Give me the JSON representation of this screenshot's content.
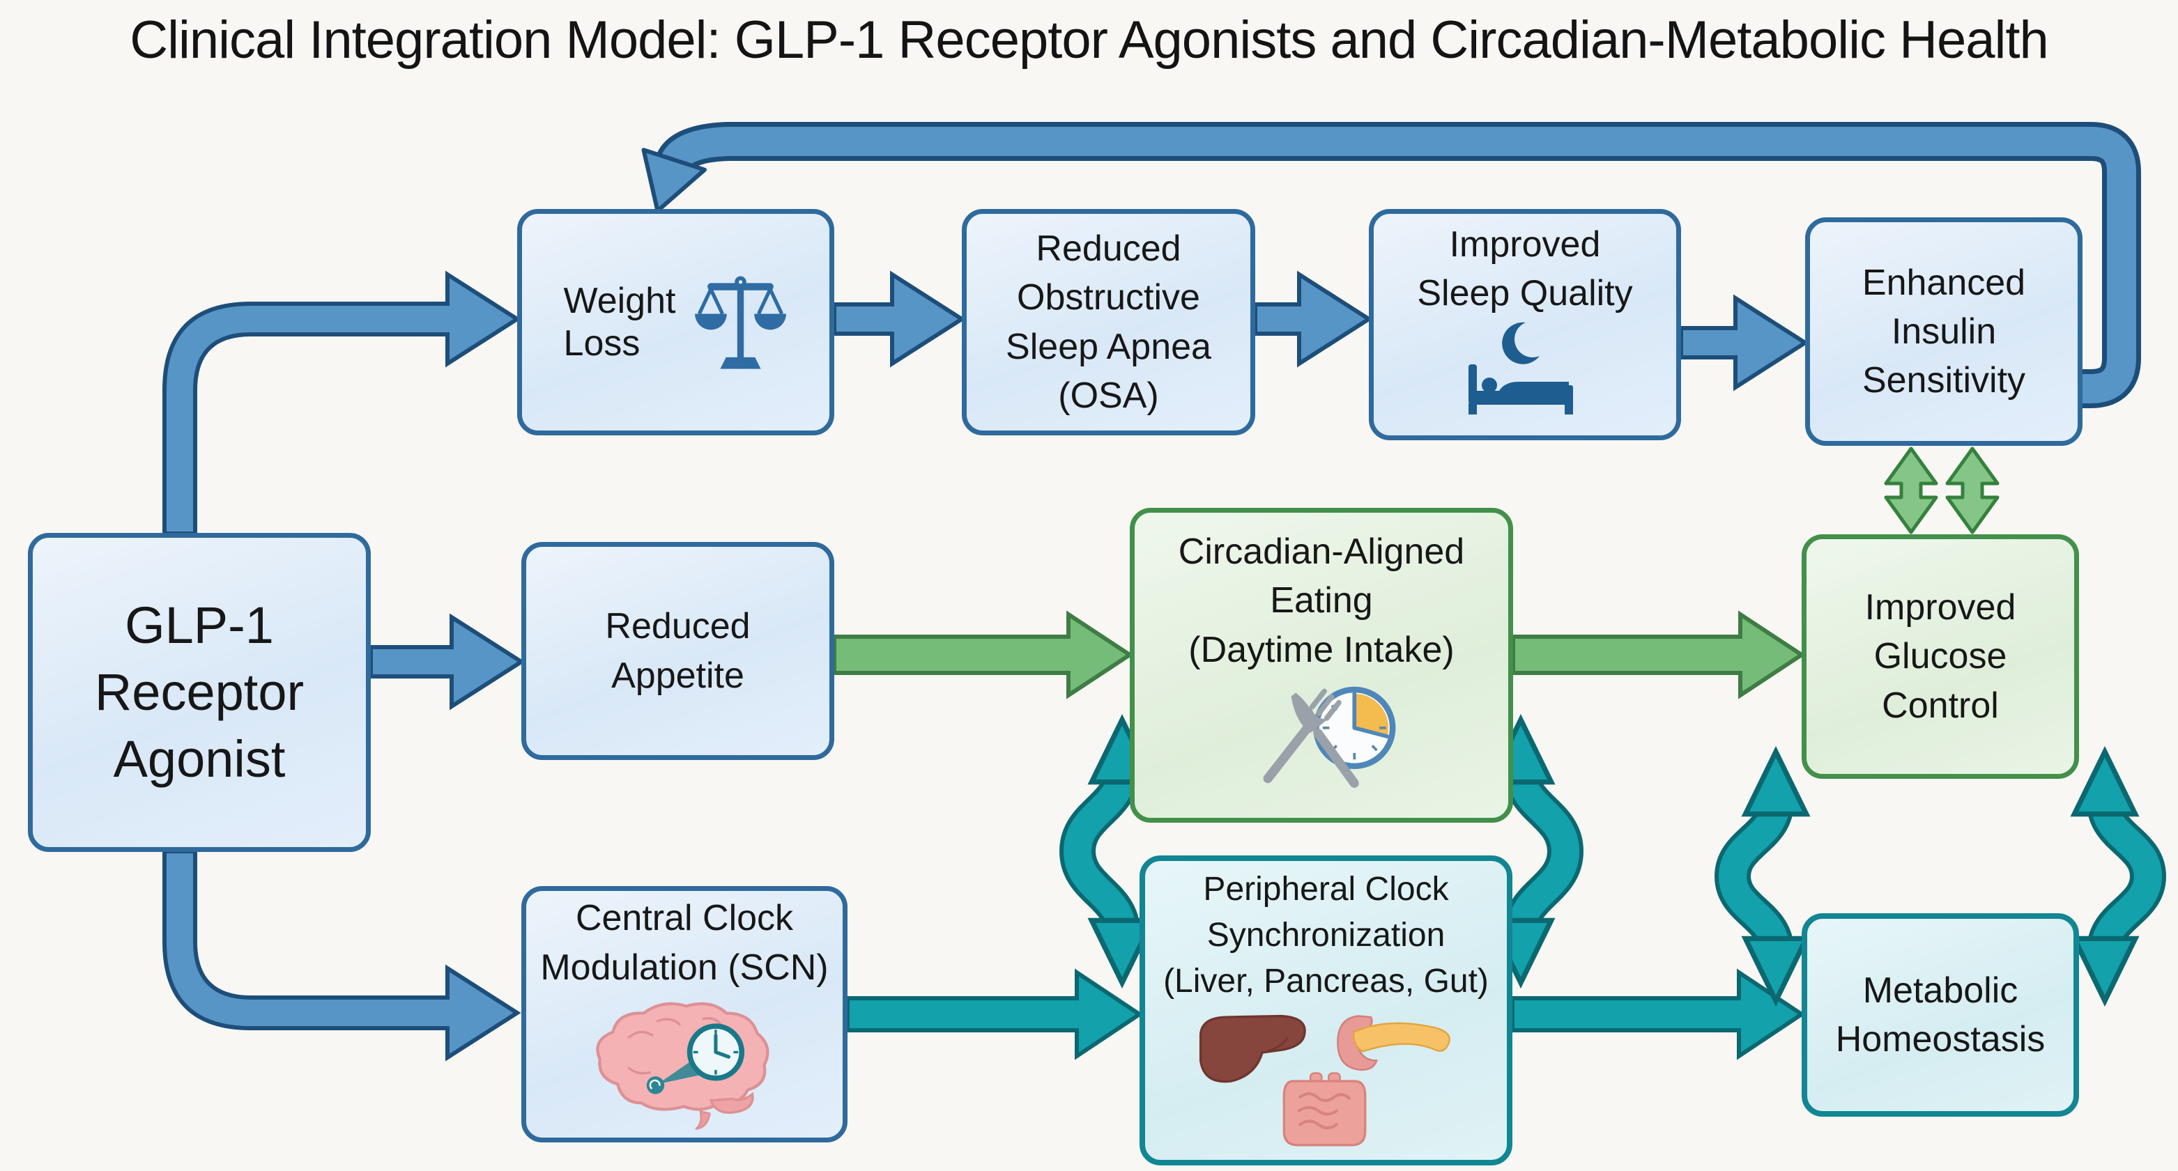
{
  "title": "Clinical Integration Model: GLP-1 Receptor Agonists and Circadian-Metabolic Health",
  "nodes": {
    "glp1": {
      "lines": [
        "GLP-1",
        "Receptor",
        "Agonist"
      ]
    },
    "weight_loss": {
      "lines": [
        "Weight",
        "Loss"
      ],
      "icon": "balance-scale-icon"
    },
    "osa": {
      "lines": [
        "Reduced",
        "Obstructive",
        "Sleep Apnea",
        "(OSA)"
      ]
    },
    "sleep_quality": {
      "lines": [
        "Improved",
        "Sleep Quality"
      ],
      "icon": "moon-and-bed-icon"
    },
    "insulin": {
      "lines": [
        "Enhanced",
        "Insulin",
        "Sensitivity"
      ]
    },
    "reduced_appetite": {
      "lines": [
        "Reduced",
        "Appetite"
      ]
    },
    "circadian_eating": {
      "lines": [
        "Circadian-Aligned",
        "Eating",
        "(Daytime Intake)"
      ],
      "icon": "fork-knife-clock-icon"
    },
    "glucose_control": {
      "lines": [
        "Improved",
        "Glucose",
        "Control"
      ]
    },
    "central_clock": {
      "lines": [
        "Central Clock",
        "Modulation (SCN)"
      ],
      "icon": "brain-clock-icon"
    },
    "peripheral_clock": {
      "lines": [
        "Peripheral Clock",
        "Synchronization",
        "(Liver, Pancreas, Gut)"
      ],
      "icon": "liver-pancreas-gut-icon"
    },
    "metabolic": {
      "lines": [
        "Metabolic",
        "Homeostasis"
      ]
    }
  },
  "edges": [
    {
      "from": "GLP-1 Receptor Agonist",
      "to": "Weight Loss",
      "color": "blue",
      "type": "elbow"
    },
    {
      "from": "GLP-1 Receptor Agonist",
      "to": "Reduced Appetite",
      "color": "blue",
      "type": "straight"
    },
    {
      "from": "GLP-1 Receptor Agonist",
      "to": "Central Clock Modulation (SCN)",
      "color": "blue",
      "type": "elbow"
    },
    {
      "from": "Weight Loss",
      "to": "Reduced Obstructive Sleep Apnea (OSA)",
      "color": "blue",
      "type": "straight"
    },
    {
      "from": "Reduced Obstructive Sleep Apnea (OSA)",
      "to": "Improved Sleep Quality",
      "color": "blue",
      "type": "straight"
    },
    {
      "from": "Improved Sleep Quality",
      "to": "Enhanced Insulin Sensitivity",
      "color": "blue",
      "type": "straight"
    },
    {
      "from": "Enhanced Insulin Sensitivity",
      "to": "Weight Loss",
      "color": "blue",
      "type": "feedback-loop"
    },
    {
      "from": "Reduced Appetite",
      "to": "Circadian-Aligned Eating (Daytime Intake)",
      "color": "green",
      "type": "straight"
    },
    {
      "from": "Circadian-Aligned Eating (Daytime Intake)",
      "to": "Improved Glucose Control",
      "color": "green",
      "type": "straight"
    },
    {
      "from": "Enhanced Insulin Sensitivity",
      "to": "Improved Glucose Control",
      "color": "green",
      "type": "bidirectional-double-arrows"
    },
    {
      "from": "Central Clock Modulation (SCN)",
      "to": "Peripheral Clock Synchronization (Liver, Pancreas, Gut)",
      "color": "teal",
      "type": "straight"
    },
    {
      "from": "Peripheral Clock Synchronization (Liver, Pancreas, Gut)",
      "to": "Metabolic Homeostasis",
      "color": "teal",
      "type": "straight"
    },
    {
      "from": "Circadian-Aligned Eating (Daytime Intake)",
      "to": "Peripheral Clock Synchronization (Liver, Pancreas, Gut)",
      "color": "teal",
      "type": "bidirectional-cycle-arcs"
    },
    {
      "from": "Improved Glucose Control",
      "to": "Metabolic Homeostasis",
      "color": "teal",
      "type": "bidirectional-cycle-arcs"
    }
  ],
  "colors": {
    "background": "#f8f7f4",
    "blue_node_fill": "#dce9f6",
    "blue_node_border": "#2f6a9d",
    "green_node_fill": "#e4f1e0",
    "green_node_border": "#43904a",
    "teal_node_fill": "#d9eff2",
    "teal_node_border": "#128693",
    "blue_arrow": "#5795c6",
    "blue_arrow_outline": "#1d4e79",
    "green_arrow": "#76bc79",
    "green_arrow_outline": "#3e7d44",
    "light_green_double_arrow": "#85c688",
    "teal_arrow": "#13a1ab",
    "teal_arrow_outline": "#0b6871",
    "text": "#171717"
  }
}
